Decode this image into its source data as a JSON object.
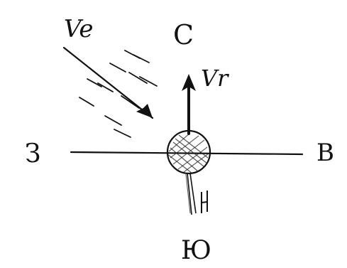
{
  "diagram": {
    "labels": {
      "north": "С",
      "south": "Ю",
      "west": "З",
      "east": "В",
      "wind_velocity": "Ve",
      "body_velocity": "Vr"
    },
    "ink_color": "#111111",
    "background_color": "#ffffff"
  }
}
